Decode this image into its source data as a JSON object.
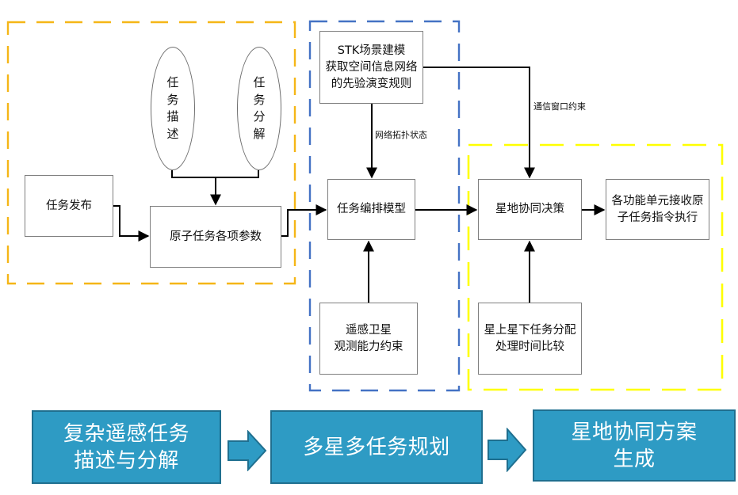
{
  "regions": {
    "decomposition": {
      "label": "task-decomposition-region",
      "color": "#f5b617"
    },
    "planning": {
      "label": "multi-satellite-planning-region",
      "color": "#4472c4"
    },
    "collaboration": {
      "label": "satellite-ground-collaboration-region",
      "color": "#ffff00"
    }
  },
  "nodes": {
    "task_description": {
      "lines": [
        "任",
        "务",
        "描",
        "述"
      ]
    },
    "task_decomposition": {
      "lines": [
        "任",
        "务",
        "分",
        "解"
      ]
    },
    "task_release": {
      "lines": [
        "任务发布"
      ]
    },
    "atomic_params": {
      "lines": [
        "原子任务各项参数"
      ]
    },
    "stk_modeling": {
      "lines": [
        "STK场景建模",
        "获取空间信息网络",
        "的先验演变规则"
      ]
    },
    "task_scheduling_model": {
      "lines": [
        "任务编排模型"
      ]
    },
    "rs_capability": {
      "lines": [
        "遥感卫星",
        "观测能力约束"
      ]
    },
    "sat_ground_decision": {
      "lines": [
        "星地协同决策"
      ]
    },
    "unit_execution": {
      "lines": [
        "各功能单元接收原",
        "子任务指令执行"
      ]
    },
    "time_comparison": {
      "lines": [
        "星上星下任务分配",
        "处理时间比较"
      ]
    }
  },
  "edge_labels": {
    "network_topology": "网络拓扑状态",
    "comm_window": "通信窗口约束"
  },
  "stages": [
    {
      "lines": [
        "复杂遥感任务",
        "描述与分解"
      ]
    },
    {
      "lines": [
        "多星多任务规划"
      ]
    },
    {
      "lines": [
        "星地协同方案",
        "生成"
      ]
    }
  ],
  "colors": {
    "stage_fill": "#2e9bc4",
    "stage_border": "#1f6f8f",
    "line": "#000000",
    "box_border": "#7f7f7f"
  }
}
